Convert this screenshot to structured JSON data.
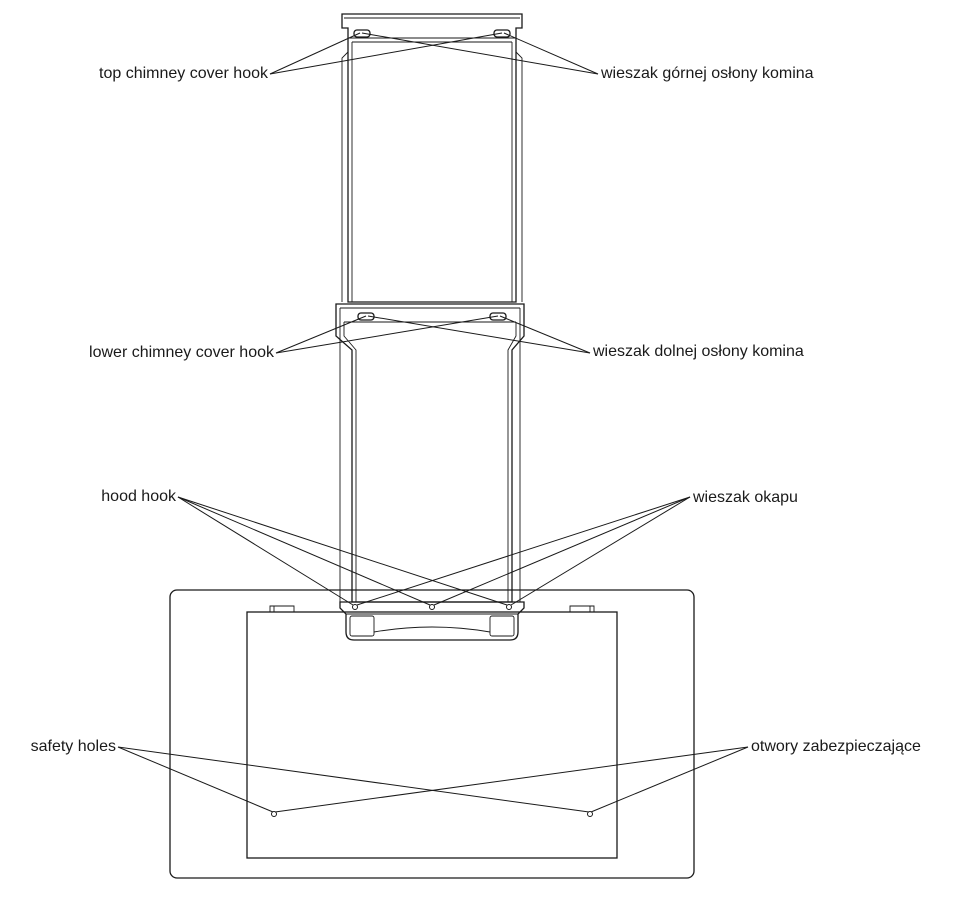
{
  "labels": {
    "top_hook_en": "top chimney cover hook",
    "top_hook_pl": "wieszak górnej osłony komina",
    "lower_hook_en": "lower chimney cover hook",
    "lower_hook_pl": "wieszak dolnej osłony komina",
    "hood_hook_en": "hood hook",
    "hood_hook_pl": "wieszak okapu",
    "safety_holes_en": "safety holes",
    "safety_holes_pl": "otwory zabezpieczające"
  },
  "colors": {
    "line": "#1a1a1a",
    "background": "#ffffff"
  }
}
